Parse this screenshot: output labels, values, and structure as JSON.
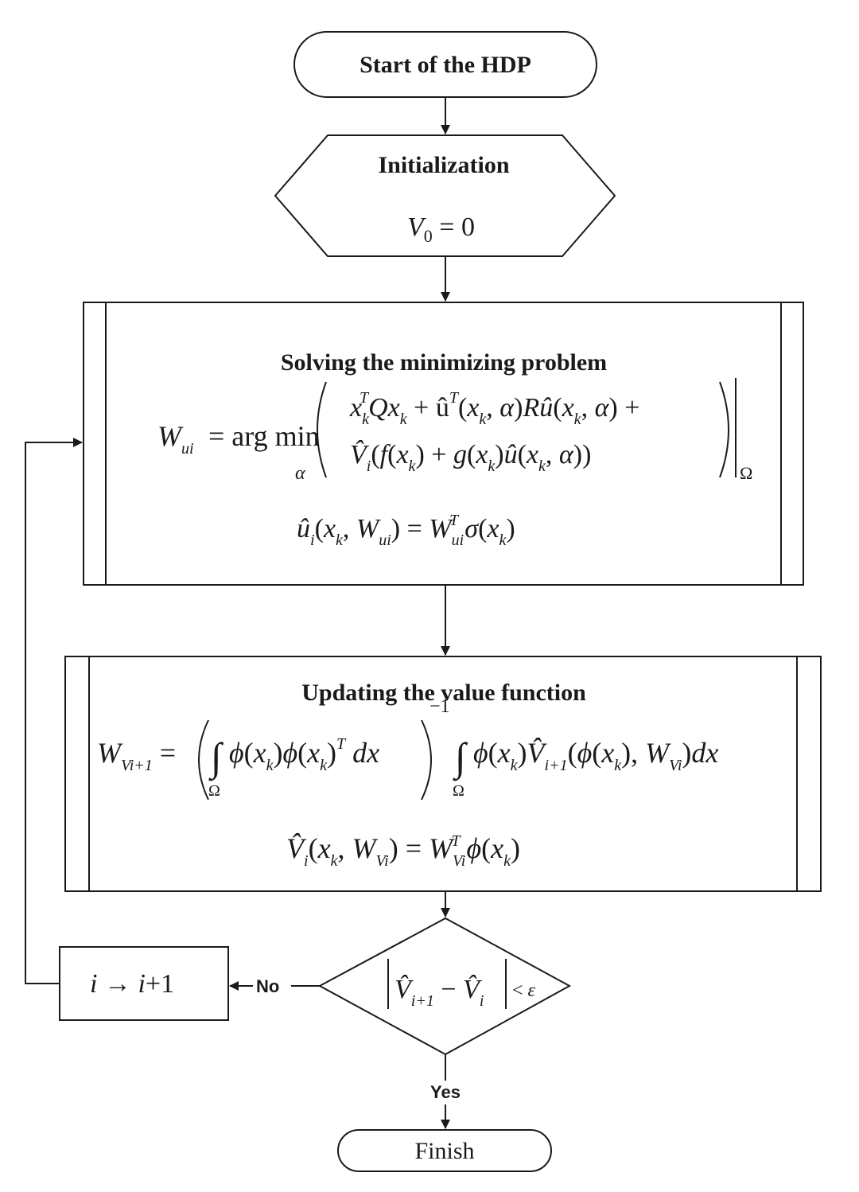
{
  "nodes": {
    "start": {
      "label": "Start of the  HDP"
    },
    "init": {
      "title": "Initialization",
      "formula": "V₀ = 0"
    },
    "minimize": {
      "title": "Solving the  minimizing problem",
      "formula_main": "W_ui = arg min_α ( x_k^T Q x_k + û^T(x_k, α) R û(x_k, α) + V̂_i(f(x_k) + g(x_k) û(x_k, α)) )|_Ω",
      "formula_policy": "û_i(x_k, W_ui) = W_ui^T σ(x_k)"
    },
    "update": {
      "title": "Updating the value function",
      "formula_main": "W_Vi+1 = ( ∫_Ω φ(x_k) φ(x_k)^T dx )^−1 ∫_Ω φ(x_k) V̂_i+1(φ(x_k), W_Vi) dx",
      "formula_value": "V̂_i(x_k, W_Vi) = W_Vi^T φ(x_k)"
    },
    "check": {
      "formula": "|V̂_i+1 − V̂_i| < ε"
    },
    "increment": {
      "formula": "i → i+1"
    },
    "finish": {
      "label": "Finish"
    }
  },
  "edges": {
    "no_label": "No",
    "yes_label": "Yes"
  }
}
